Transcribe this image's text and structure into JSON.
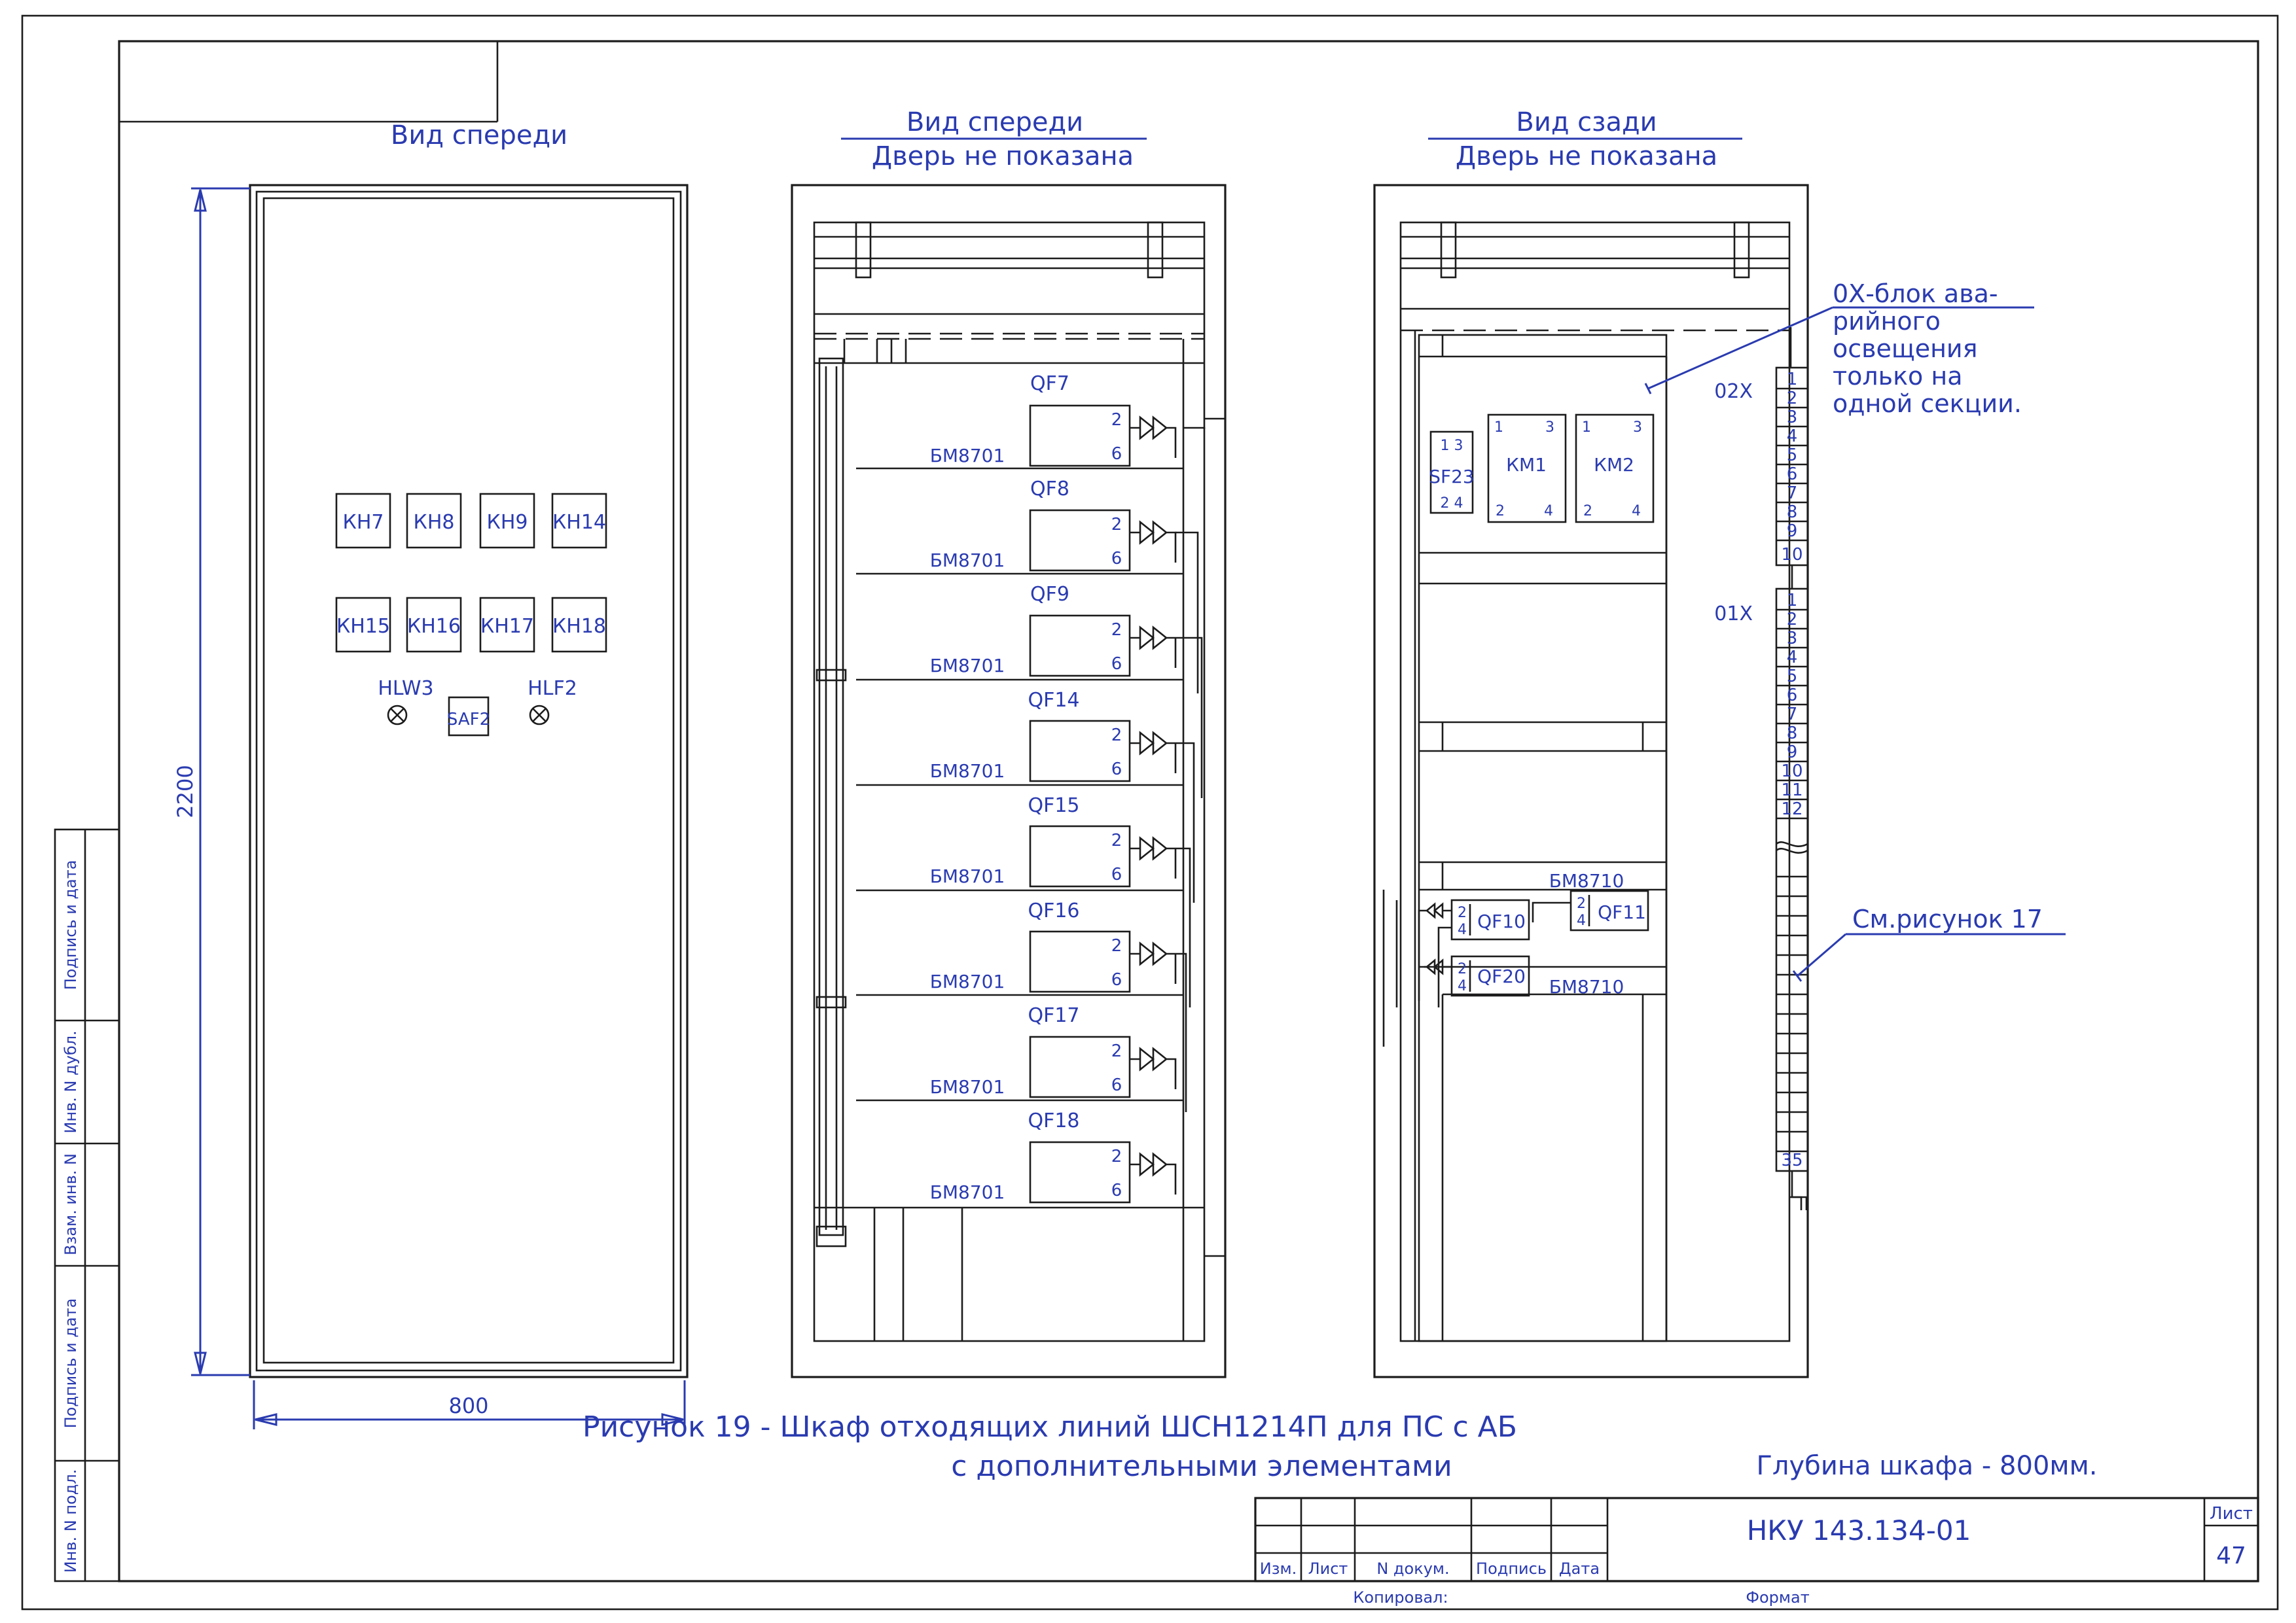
{
  "front_view": {
    "title": "Вид спереди",
    "height_dim": "2200",
    "width_dim": "800",
    "indicators": [
      "КН7",
      "КН8",
      "КН9",
      "КН14",
      "КН15",
      "КН16",
      "КН17",
      "КН18"
    ],
    "lamp_left": "HLW3",
    "lamp_right": "HLF2",
    "switch": "SAF2"
  },
  "middle_view": {
    "title": "Вид спереди",
    "subtitle": "Дверь не показана",
    "breakers": [
      {
        "label": "QF7",
        "block": "БМ8701",
        "top": "2",
        "bottom": "6"
      },
      {
        "label": "QF8",
        "block": "БМ8701",
        "top": "2",
        "bottom": "6"
      },
      {
        "label": "QF9",
        "block": "БМ8701",
        "top": "2",
        "bottom": "6"
      },
      {
        "label": "QF14",
        "block": "БМ8701",
        "top": "2",
        "bottom": "6"
      },
      {
        "label": "QF15",
        "block": "БМ8701",
        "top": "2",
        "bottom": "6"
      },
      {
        "label": "QF16",
        "block": "БМ8701",
        "top": "2",
        "bottom": "6"
      },
      {
        "label": "QF17",
        "block": "БМ8701",
        "top": "2",
        "bottom": "6"
      },
      {
        "label": "QF18",
        "block": "БМ8701",
        "top": "2",
        "bottom": "6"
      }
    ]
  },
  "rear_view": {
    "title": "Вид сзади",
    "subtitle": "Дверь не показана",
    "note_lines": [
      "0Х-блок ава-",
      "рийного",
      "освещения",
      "только на",
      "одной секции."
    ],
    "terminal_02x": {
      "label": "02Х",
      "numbers": [
        "1",
        "2",
        "3",
        "4",
        "5",
        "6",
        "7",
        "8",
        "9",
        "10"
      ]
    },
    "terminal_01x": {
      "label": "01Х",
      "numbers": [
        "1",
        "2",
        "3",
        "4",
        "5",
        "6",
        "7",
        "8",
        "9",
        "10",
        "11",
        "12"
      ],
      "last": "35"
    },
    "sf23": {
      "label": "SF23",
      "top": "1  3",
      "bottom": "2  4"
    },
    "km1": {
      "label": "КМ1",
      "tl": "1",
      "tr": "3",
      "bl": "2",
      "br": "4"
    },
    "km2": {
      "label": "КМ2",
      "tl": "1",
      "tr": "3",
      "bl": "2",
      "br": "4"
    },
    "block_top": "БМ8710",
    "block_bottom": "БМ8710",
    "qf10": {
      "label": "QF10",
      "pins": [
        "2",
        "4"
      ]
    },
    "qf11": {
      "label": "QF11",
      "pins": [
        "2",
        "4"
      ]
    },
    "qf20": {
      "label": "QF20",
      "pins": [
        "2",
        "4"
      ]
    },
    "see_note": "См.рисунок 17"
  },
  "caption": {
    "line1": "Рисунок 19 - Шкаф отходящих линий ШСН1214П для ПС с АБ",
    "line2": "с дополнительными элементами",
    "depth": "Глубина шкафа - 800мм."
  },
  "title_block": {
    "doc": "НКУ 143.134-01",
    "sheet_label": "Лист",
    "sheet_num": "47",
    "cols": [
      "Изм.",
      "Лист",
      "N докум.",
      "Подпись",
      "Дата"
    ],
    "copied": "Копировал:",
    "format": "Формат"
  },
  "side_stamp": [
    "Подпись и дата",
    "Инв. N дубл.",
    "Взам. инв. N",
    "Подпись и дата",
    "Инв. N подл."
  ]
}
